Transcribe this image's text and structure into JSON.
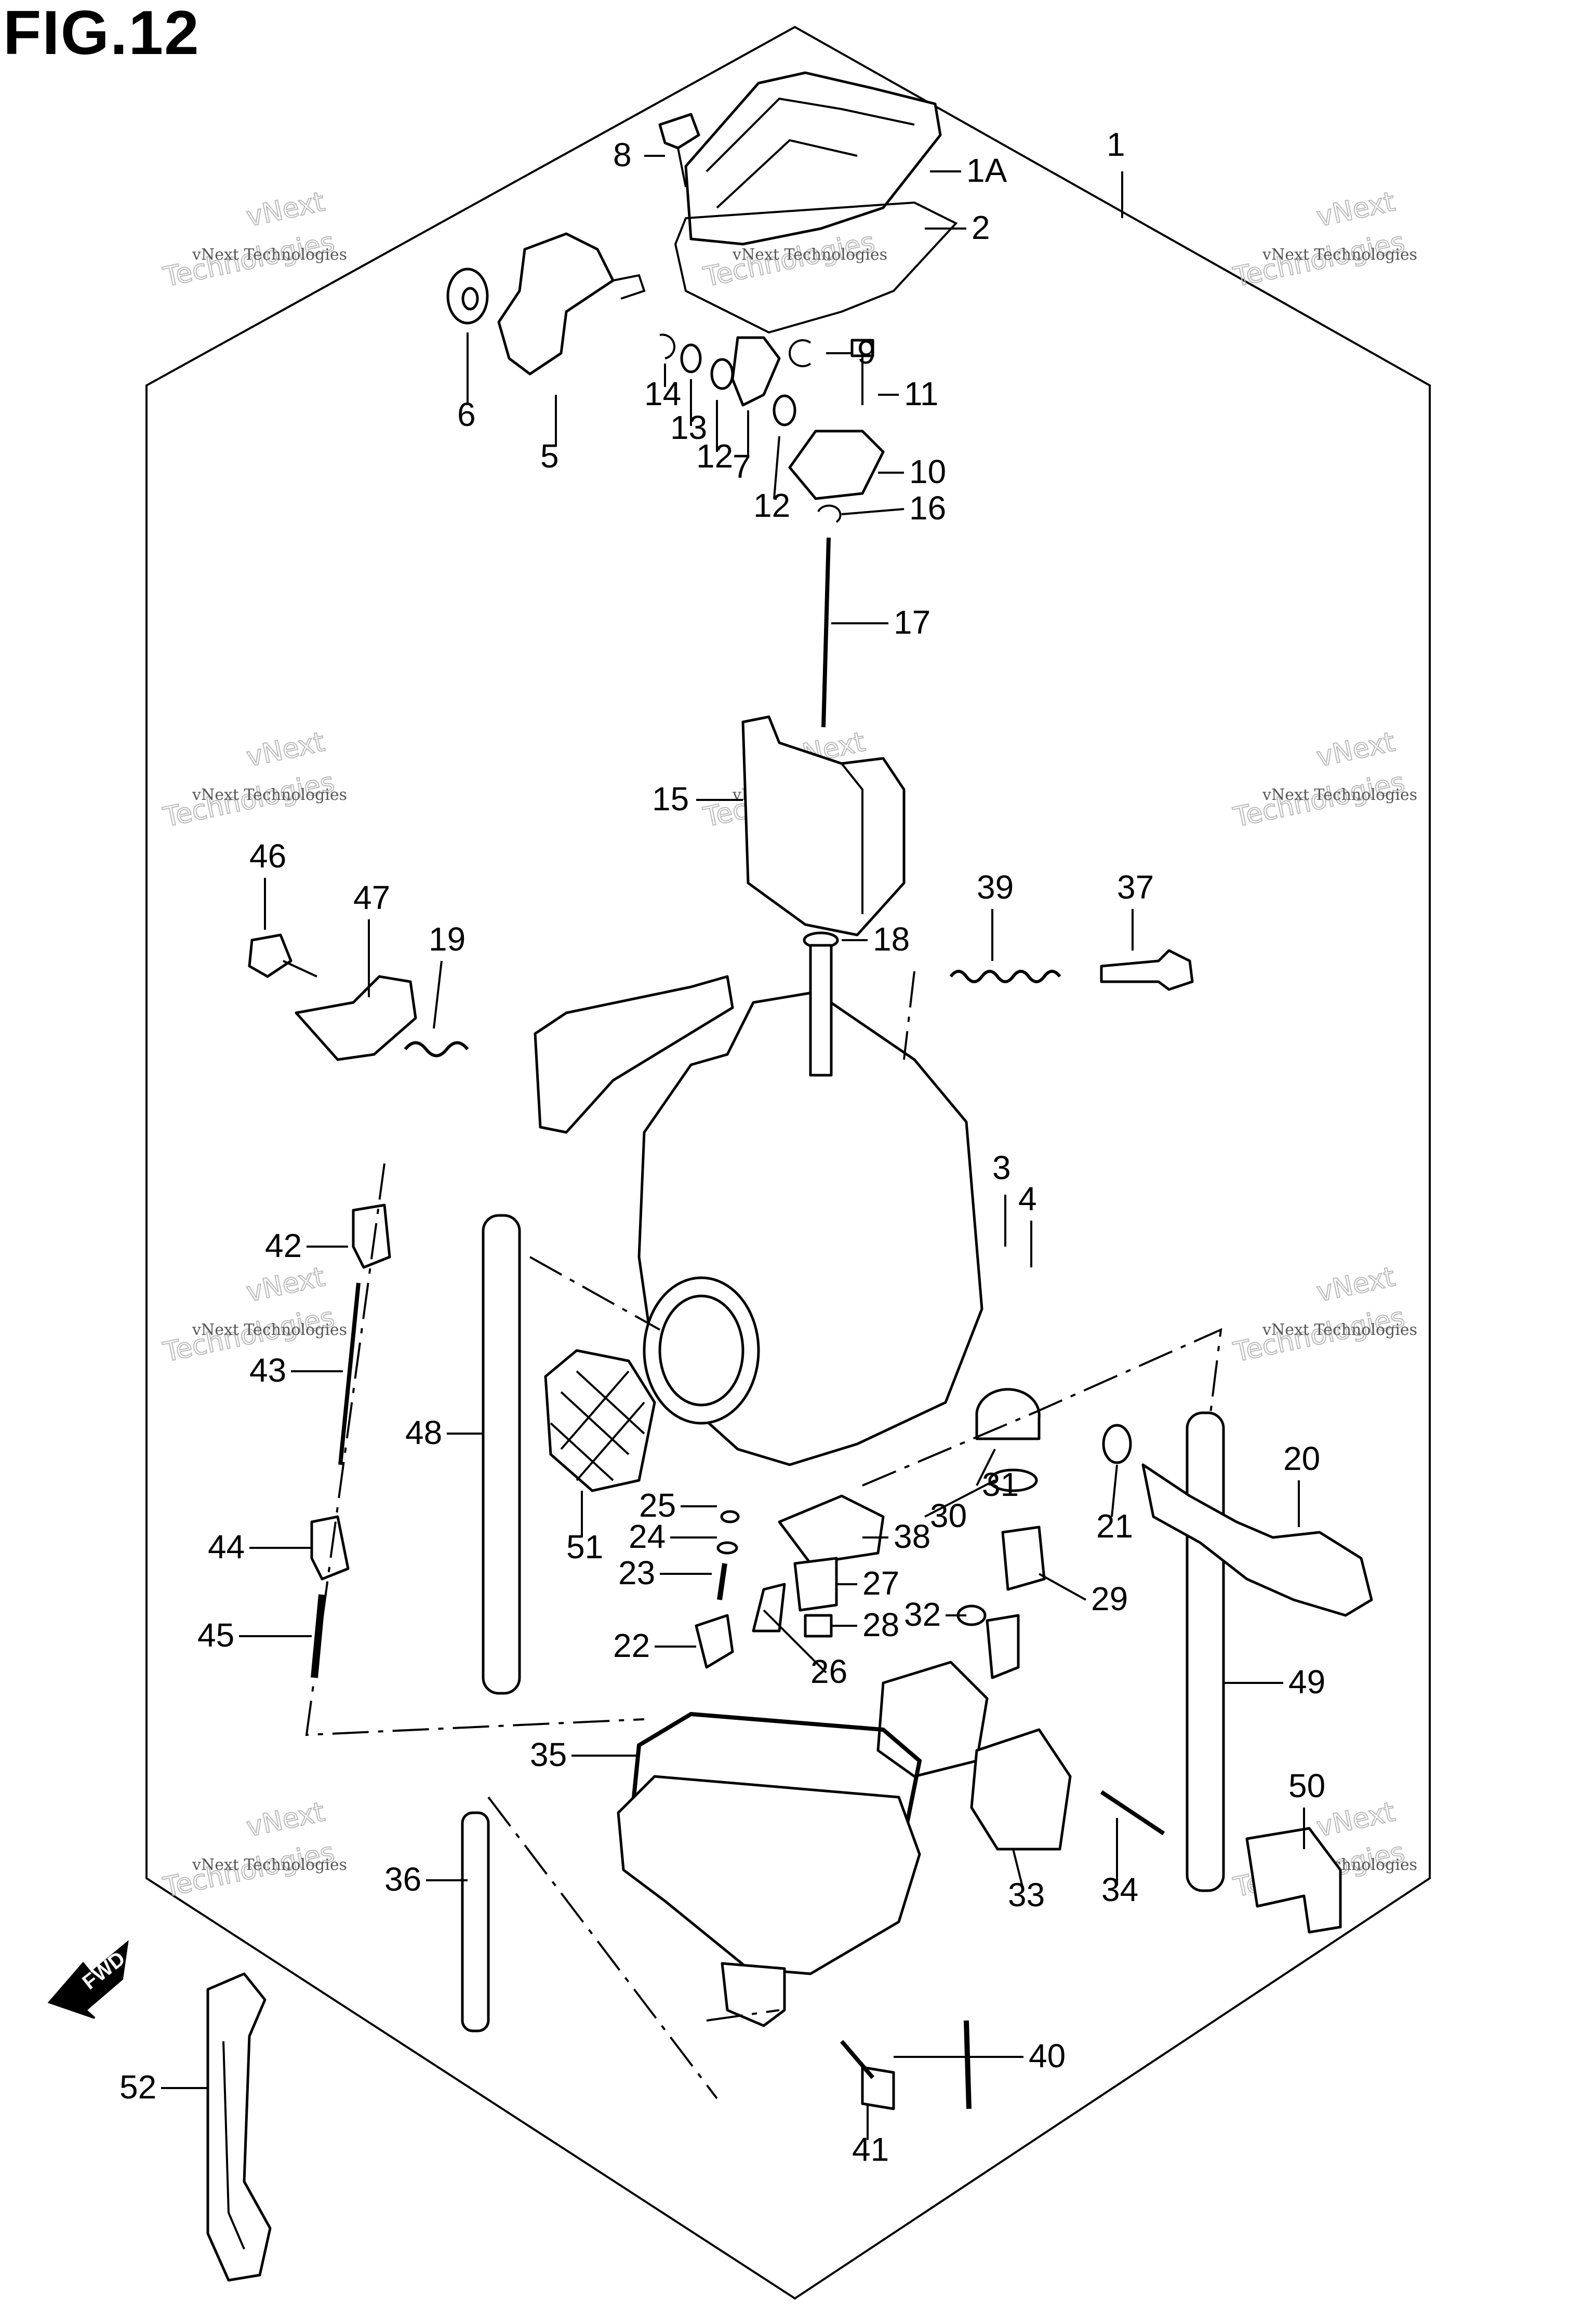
{
  "figure": {
    "title": "FIG.12"
  },
  "watermark": {
    "brand": "vNext",
    "text": "vNext Technologies",
    "big_text": "Technologies"
  },
  "direction_tag": "FWD",
  "callouts": [
    "1",
    "1A",
    "2",
    "3",
    "4",
    "5",
    "6",
    "7",
    "8",
    "9",
    "10",
    "11",
    "12",
    "12",
    "13",
    "14",
    "15",
    "16",
    "17",
    "18",
    "19",
    "20",
    "21",
    "22",
    "23",
    "24",
    "25",
    "26",
    "27",
    "28",
    "29",
    "30",
    "31",
    "32",
    "33",
    "34",
    "35",
    "36",
    "37",
    "38",
    "39",
    "40",
    "41",
    "42",
    "43",
    "44",
    "45",
    "46",
    "47",
    "48",
    "49",
    "50",
    "51",
    "52"
  ]
}
